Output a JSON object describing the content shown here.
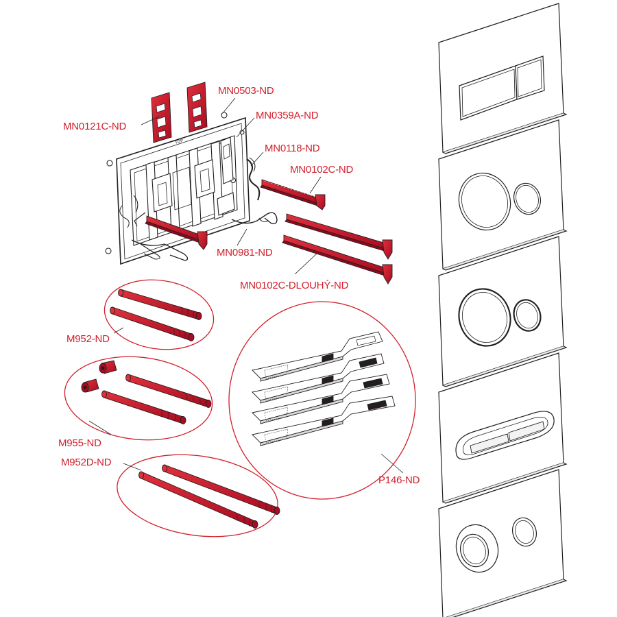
{
  "colors": {
    "accent_red": "#d21f2b",
    "part_fill": "#c8102e",
    "line": "#231f20",
    "plate_fill": "#ffffff"
  },
  "parts": [
    {
      "id": "mn0121c",
      "label": "MN0121C-ND"
    },
    {
      "id": "mn0503",
      "label": "MN0503-ND"
    },
    {
      "id": "mn0359a",
      "label": "MN0359A-ND"
    },
    {
      "id": "mn0118",
      "label": "MN0118-ND"
    },
    {
      "id": "mn0102c",
      "label": "MN0102C-ND"
    },
    {
      "id": "mn0981",
      "label": "MN0981-ND"
    },
    {
      "id": "mn0102c_long",
      "label": "MN0102C-DLOUHÝ-ND"
    },
    {
      "id": "m952",
      "label": "M952-ND"
    },
    {
      "id": "m955",
      "label": "M955-ND"
    },
    {
      "id": "m952d",
      "label": "M952D-ND"
    },
    {
      "id": "p146",
      "label": "P146-ND"
    }
  ],
  "frame_mark": "TOP",
  "flush_plates": [
    {
      "style": "rectangular-dual-button"
    },
    {
      "style": "round-dual-button"
    },
    {
      "style": "round-dual-button-ringed"
    },
    {
      "style": "oval-rocker"
    },
    {
      "style": "round-dual-button-offset"
    }
  ]
}
